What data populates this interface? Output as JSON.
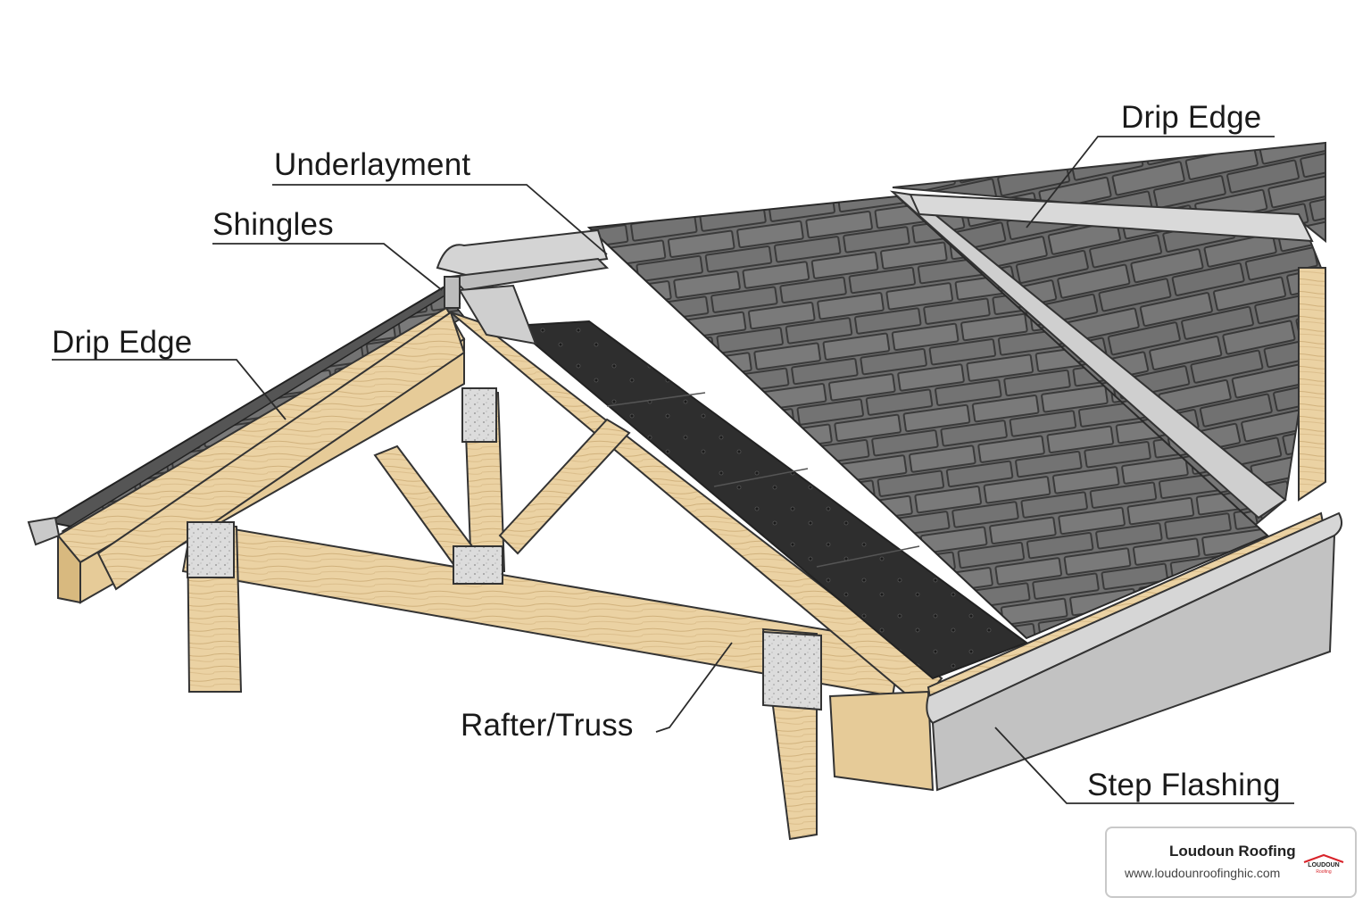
{
  "labels": {
    "underlayment": "Underlayment",
    "shingles": "Shingles",
    "drip_edge_left": "Drip Edge",
    "drip_edge_right": "Drip Edge",
    "rafter_truss": "Rafter/Truss",
    "step_flashing": "Step Flashing"
  },
  "brand": {
    "name": "Loudoun Roofing",
    "url": "www.loudounroofinghic.com",
    "logo_text": "LOUDOUN",
    "logo_subtext": "Roofing"
  },
  "colors": {
    "wood": "#e9cf9e",
    "wood_dark": "#c9a56a",
    "shingle": "#6e6e6e",
    "shingle_dark": "#4e4e4e",
    "underlayment": "#2f2f2f",
    "metal": "#c9c9c9",
    "line": "#2b2b2b",
    "brand_red": "#d8232a"
  }
}
